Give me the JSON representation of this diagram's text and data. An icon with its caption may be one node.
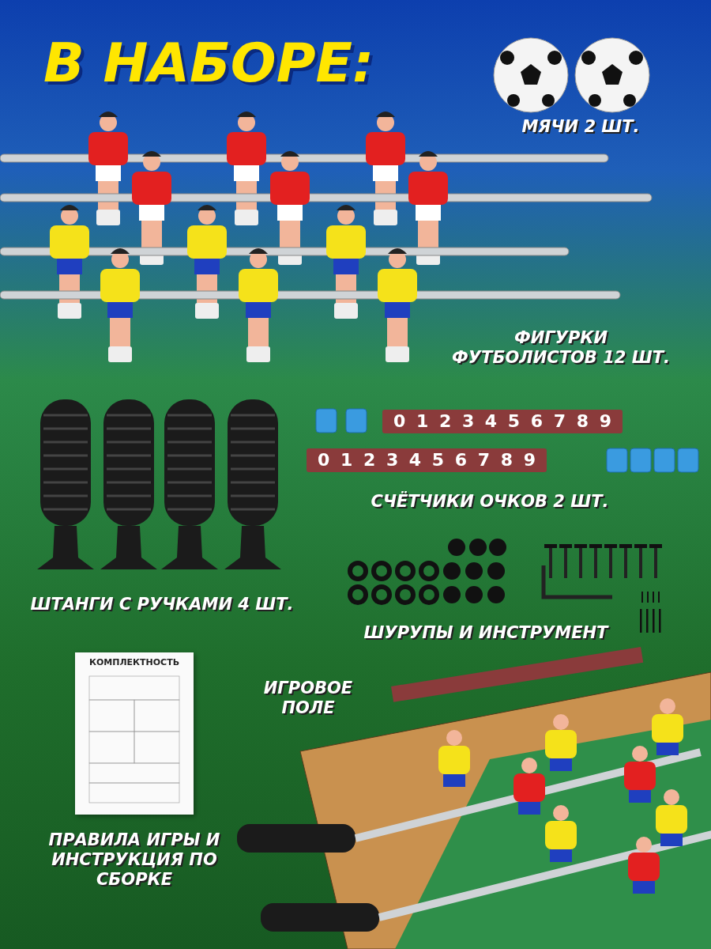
{
  "diagram": {
    "title": "В НАБОРЕ:",
    "labels": [
      "МЯЧИ 2 ШТ.",
      "ФИГУРКИ ФУТБОЛИСТОВ 12 ШТ.",
      "0 1 2 3 4 5 6 7 8 9",
      "0 1 2 3 4 5 6 7 8 9",
      "СЧЁТЧИКИ ОЧКОВ 2 ШТ.",
      "ШТАНГИ С РУЧКАМИ 4 ШТ.",
      "ШУРУПЫ И ИНСТРУМЕНТ",
      "КОМПЛЕКТНОСТЬ",
      "ИГРОВОЕ ПОЛЕ",
      "ПРАВИЛА ИГРЫ И ИНСТРУКЦИЯ ПО СБОРКЕ"
    ]
  }
}
